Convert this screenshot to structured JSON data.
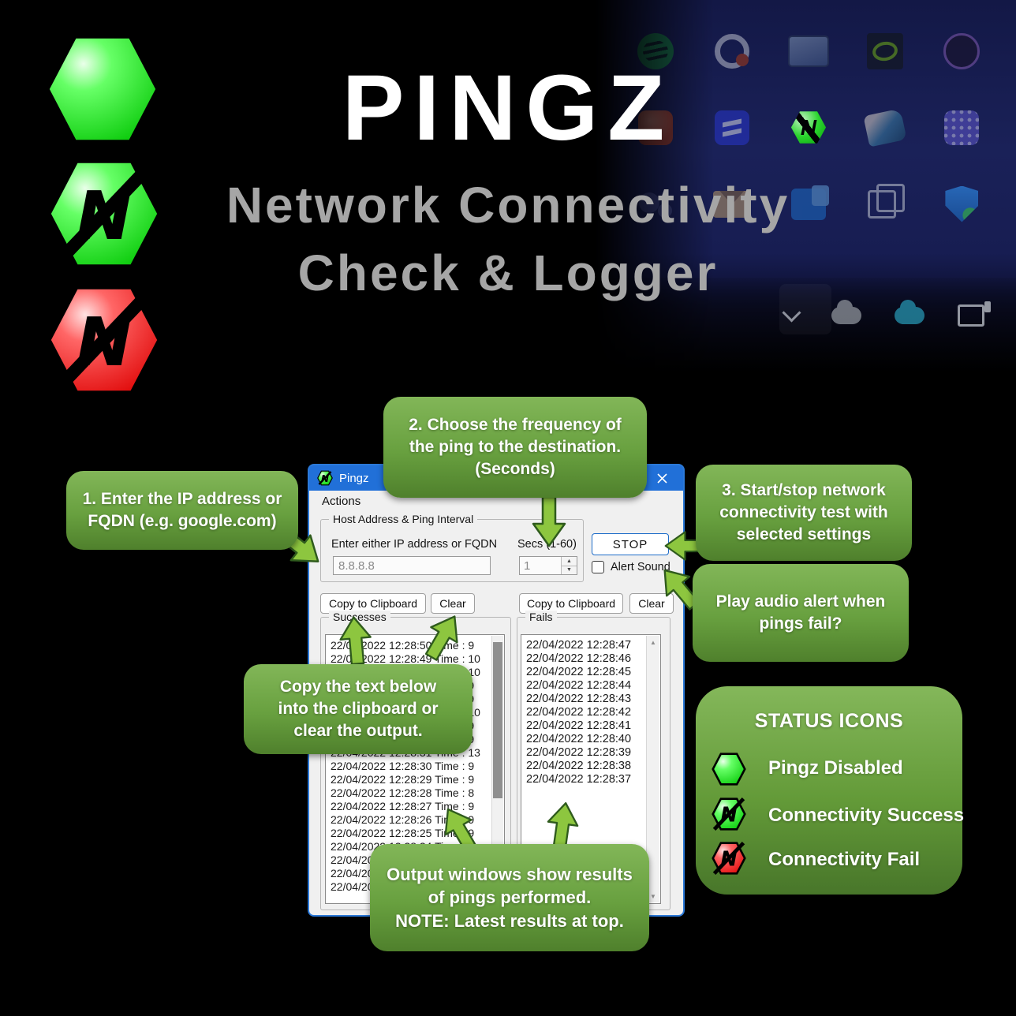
{
  "branding": {
    "title": "PINGZ",
    "subtitle_line1": "Network Connectivity",
    "subtitle_line2": "Check & Logger"
  },
  "hero_icons": [
    "pingz-disabled-hexagon-icon",
    "pingz-success-hexagon-icon",
    "pingz-fail-hexagon-icon"
  ],
  "callouts": [
    {
      "text": "1. Enter the IP address or\nFQDN (e.g. google.com)"
    },
    {
      "text": "2. Choose the frequency of\nthe ping to the destination.\n(Seconds)"
    },
    {
      "text": "3. Start/stop network\nconnectivity test with\nselected settings"
    },
    {
      "text": "Play audio alert when\npings fail?"
    },
    {
      "text": "Copy the text below\ninto the clipboard or\nclear the output."
    },
    {
      "text": "Output windows show results\nof pings performed.\nNOTE: Latest results at top."
    }
  ],
  "window": {
    "title": "Pingz",
    "menu_actions": "Actions",
    "host_group": {
      "label": "Host Address & Ping Interval",
      "host_label": "Enter either IP address or FQDN",
      "host_value": "8.8.8.8",
      "interval_label": "Secs (1-60)",
      "interval_value": "1"
    },
    "stop_button": "STOP",
    "alert_sound_label": "Alert Sound",
    "success_pane": {
      "copy_button": "Copy to Clipboard",
      "clear_button": "Clear",
      "group_label": "Successes",
      "entries": [
        "22/04/2022 12:28:50 Time : 9",
        "22/04/2022 12:28:49 Time : 10",
        "22/04/2022 12:28:48 Time : 10",
        "22/04/2022 12:28:36 Time : 9",
        "22/04/2022 12:28:35 Time : 9",
        "22/04/2022 12:28:34 Time : 10",
        "22/04/2022 12:28:33 Time : 9",
        "22/04/2022 12:28:32 Time : 9",
        "22/04/2022 12:28:31 Time : 13",
        "22/04/2022 12:28:30 Time : 9",
        "22/04/2022 12:28:29 Time : 9",
        "22/04/2022 12:28:28 Time : 8",
        "22/04/2022 12:28:27 Time : 9",
        "22/04/2022 12:28:26 Time : 9",
        "22/04/2022 12:28:25 Time : 9",
        "22/04/2022 12:28:24 Time : 9",
        "22/04/2022 12:28:23 Time : 9",
        "22/04/2022 12:28:22 Time : 9",
        "22/04/2022 12:28:21 Time : 9"
      ]
    },
    "fail_pane": {
      "copy_button": "Copy to Clipboard",
      "clear_button": "Clear",
      "group_label": "Fails",
      "entries": [
        "22/04/2022 12:28:47",
        "22/04/2022 12:28:46",
        "22/04/2022 12:28:45",
        "22/04/2022 12:28:44",
        "22/04/2022 12:28:43",
        "22/04/2022 12:28:42",
        "22/04/2022 12:28:41",
        "22/04/2022 12:28:40",
        "22/04/2022 12:28:39",
        "22/04/2022 12:28:38",
        "22/04/2022 12:28:37"
      ]
    }
  },
  "status_panel": {
    "title": "STATUS ICONS",
    "items": [
      {
        "icon": "pingz-disabled-hexagon-icon",
        "label": "Pingz Disabled"
      },
      {
        "icon": "pingz-success-hexagon-icon",
        "label": "Connectivity Success"
      },
      {
        "icon": "pingz-fail-hexagon-icon",
        "label": "Connectivity Fail"
      }
    ]
  },
  "desktop": {
    "icons": [
      "spotify-icon",
      "swirl-cloud-icon",
      "monitor-app-icon",
      "nvidia-icon",
      "dial-app-icon",
      "office-app-icon",
      "blue-shield-app-icon",
      "pingz-desktop-icon",
      "utility-app-icon",
      "app-grid-icon",
      "teams-icon",
      "mail-icon",
      "outlook-icon",
      "copy-stack-icon",
      "windows-security-icon"
    ],
    "tray": [
      "hidden-icons-chevron-icon",
      "onedrive-personal-cloud-icon",
      "onedrive-business-cloud-icon",
      "network-display-icon"
    ]
  },
  "colors": {
    "callout_green_top": "#82b658",
    "callout_green_bottom": "#4f802c",
    "arrow_green": "#8dc63f",
    "titlebar_blue": "#2170d8",
    "hex_green": "#2de02d",
    "hex_red": "#ee2222",
    "desktop_navy": "#1a2158"
  }
}
